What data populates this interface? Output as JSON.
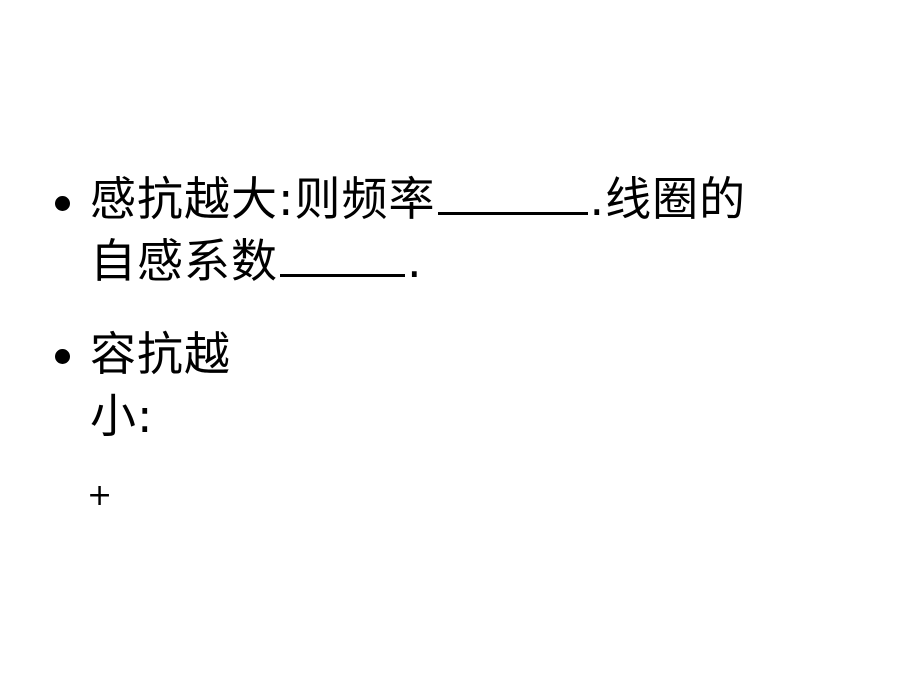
{
  "slide": {
    "item1": {
      "line1_before": "感抗越大:则频率",
      "line1_after": ".线圈的",
      "line2_before": "自感系数",
      "line2_after": "."
    },
    "item2": {
      "line1": "容抗越",
      "line2": "小:"
    },
    "stray_mark": "+"
  }
}
